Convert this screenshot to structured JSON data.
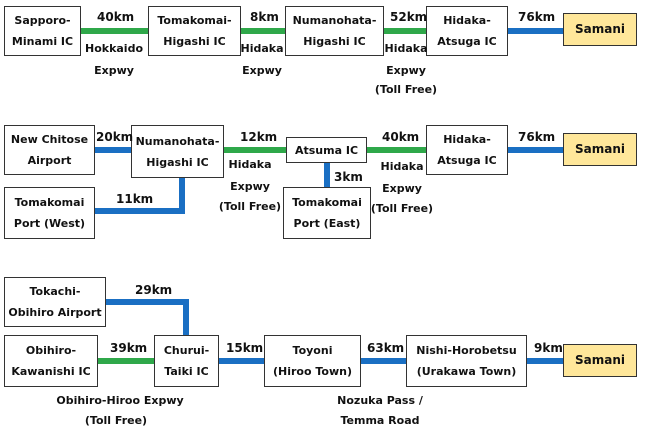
{
  "colors": {
    "expressway": "#2fa84a",
    "road": "#1a6fc3",
    "destination_fill": "#ffe79a",
    "box_border": "#333333"
  },
  "route1": {
    "nodes": {
      "sapporo": "Sapporo-\nMinami IC",
      "tomakomai_higashi": "Tomakomai-\nHigashi IC",
      "numanohata": "Numanohata-\nHigashi IC",
      "hidaka_atsuga": "Hidaka-\nAtsuga IC",
      "samani": "Samani"
    },
    "distances": [
      "40km",
      "8km",
      "52km",
      "76km"
    ],
    "road_labels": {
      "hokkaido_1": "Hokkaido",
      "hokkaido_2": "Expwy",
      "hidaka_a1": "Hidaka",
      "hidaka_a2": "Expwy",
      "hidaka_b1": "Hidaka",
      "hidaka_b2": "Expwy",
      "hidaka_b3": "(Toll Free)"
    }
  },
  "route2": {
    "nodes": {
      "new_chitose": "New Chitose\nAirport",
      "numanohata": "Numanohata-\nHigashi IC",
      "atsuma": "Atsuma IC",
      "hidaka_atsuga": "Hidaka-\nAtsuga IC",
      "samani": "Samani",
      "port_west": "Tomakomai\nPort (West)",
      "port_east": "Tomakomai\nPort (East)"
    },
    "distances": {
      "chitose_numanohata": "20km",
      "numanohata_atsuma": "12km",
      "atsuma_hidaka": "40km",
      "hidaka_samani": "76km",
      "west_port": "11km",
      "east_port": "3km"
    },
    "road_labels": {
      "a1": "Hidaka",
      "a2": "Expwy",
      "a3": "(Toll Free)",
      "b1": "Hidaka",
      "b2": "Expwy",
      "b3": "(Toll Free)"
    }
  },
  "route3": {
    "nodes": {
      "tokachi_airport": "Tokachi-\nObihiro Airport",
      "obihiro_kawanishi": "Obihiro-\nKawanishi IC",
      "churui_taiki": "Churui-\nTaiki IC",
      "toyoni": "Toyoni\n(Hiroo Town)",
      "nishi_horobetsu": "Nishi-Horobetsu\n(Urakawa Town)",
      "samani": "Samani"
    },
    "distances": {
      "airport_churui": "29km",
      "kawanishi_churui": "39km",
      "churui_toyoni": "15km",
      "toyoni_nishi": "63km",
      "nishi_samani": "9km"
    },
    "road_labels": {
      "expwy1": "Obihiro-Hiroo Expwy",
      "expwy2": "(Toll Free)",
      "pass1": "Nozuka Pass /",
      "pass2": "Temma Road"
    }
  }
}
